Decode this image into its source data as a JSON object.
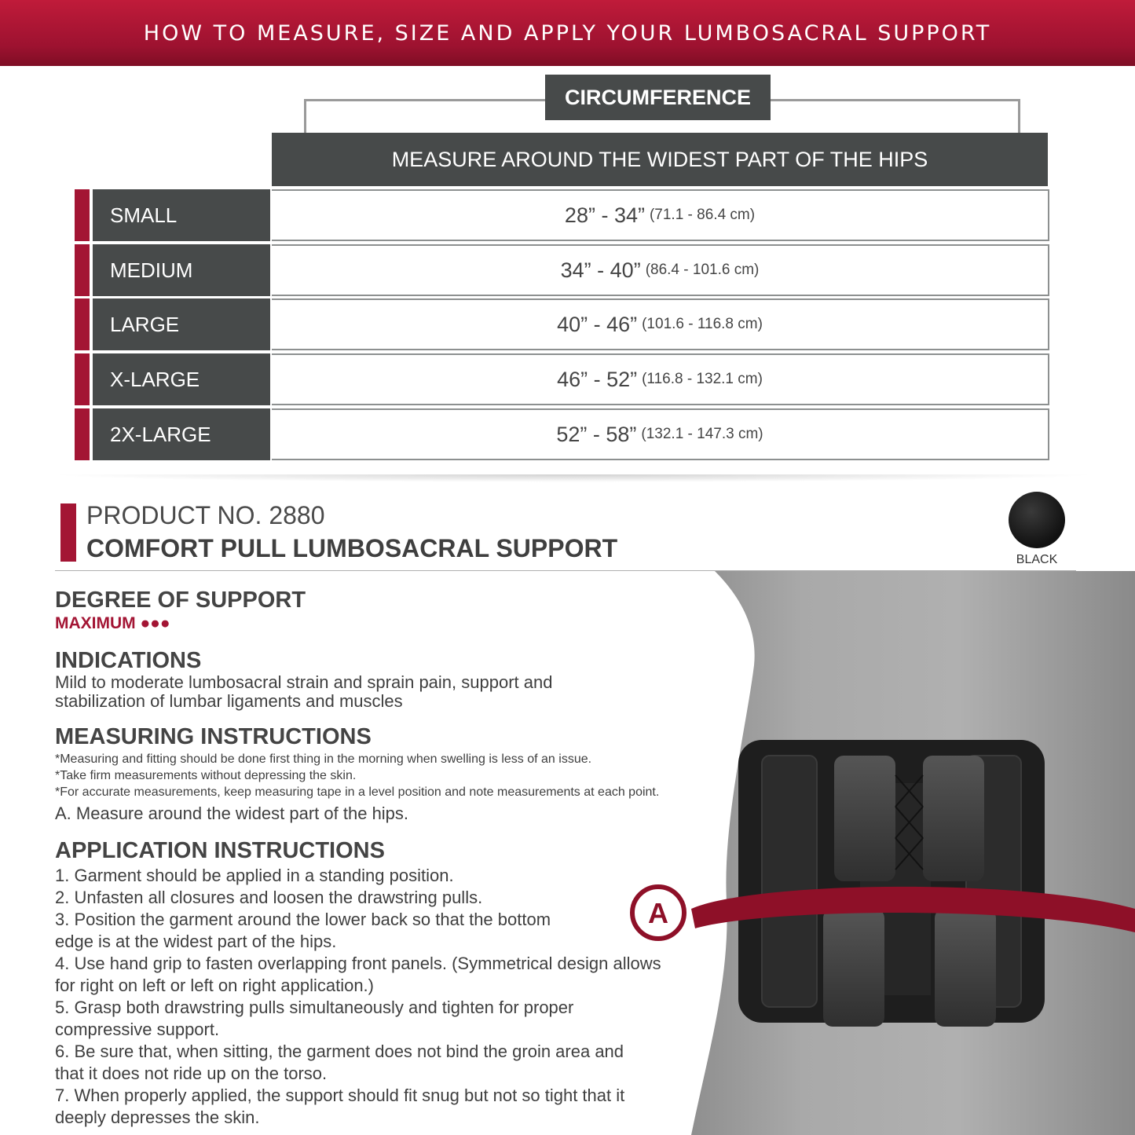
{
  "banner": {
    "title": "HOW TO MEASURE, SIZE AND APPLY YOUR LUMBOSACRAL SUPPORT"
  },
  "chart": {
    "circumference_label": "CIRCUMFERENCE",
    "measure_label": "MEASURE AROUND THE WIDEST PART OF THE HIPS",
    "sizes": [
      {
        "name": "SMALL",
        "inches": "28” - 34”",
        "cm": "(71.1 - 86.4 cm)"
      },
      {
        "name": "MEDIUM",
        "inches": "34” - 40”",
        "cm": "(86.4 - 101.6 cm)"
      },
      {
        "name": "LARGE",
        "inches": "40” - 46”",
        "cm": "(101.6 - 116.8 cm)"
      },
      {
        "name": "X-LARGE",
        "inches": "46” - 52”",
        "cm": "(116.8 - 132.1 cm)"
      },
      {
        "name": "2X-LARGE",
        "inches": "52” - 58”",
        "cm": "(132.1 - 147.3 cm)"
      }
    ],
    "accent_color": "#a31534",
    "header_color": "#474a4a"
  },
  "product": {
    "number": "PRODUCT NO. 2880",
    "name": "COMFORT PULL LUMBOSACRAL SUPPORT",
    "color_option": "BLACK"
  },
  "sections": {
    "degree": {
      "heading": "DEGREE OF SUPPORT",
      "level": "MAXIMUM ●●●"
    },
    "indications": {
      "heading": "INDICATIONS",
      "line1": "Mild to moderate lumbosacral strain and sprain pain, support and",
      "line2": "stabilization of lumbar ligaments and muscles"
    },
    "measuring": {
      "heading": "MEASURING INSTRUCTIONS",
      "notes": [
        "*Measuring and fitting should be done first thing in the morning when swelling is less of an issue.",
        "*Take firm measurements without depressing the skin.",
        "*For accurate measurements, keep measuring tape in a level position and note measurements at each point."
      ],
      "step_a": "A. Measure around the widest part of the hips."
    },
    "application": {
      "heading": "APPLICATION INSTRUCTIONS",
      "steps": [
        "1. Garment should be applied in a standing position.",
        "2. Unfasten all closures and loosen the drawstring pulls.",
        "3. Position the garment around the lower back so that the bottom",
        "edge is at the widest part of the hips.",
        "4. Use hand grip to fasten overlapping front panels. (Symmetrical design allows",
        "for right on left or left on right application.)",
        "5. Grasp both drawstring pulls simultaneously and tighten for proper",
        "compressive support.",
        "6. Be sure that, when sitting, the garment does not bind the groin area and",
        "that it does not ride up on the torso.",
        "7. When properly applied, the support should fit snug but not so tight that it",
        "deeply depresses the skin."
      ]
    }
  },
  "photo": {
    "marker_label": "A"
  }
}
